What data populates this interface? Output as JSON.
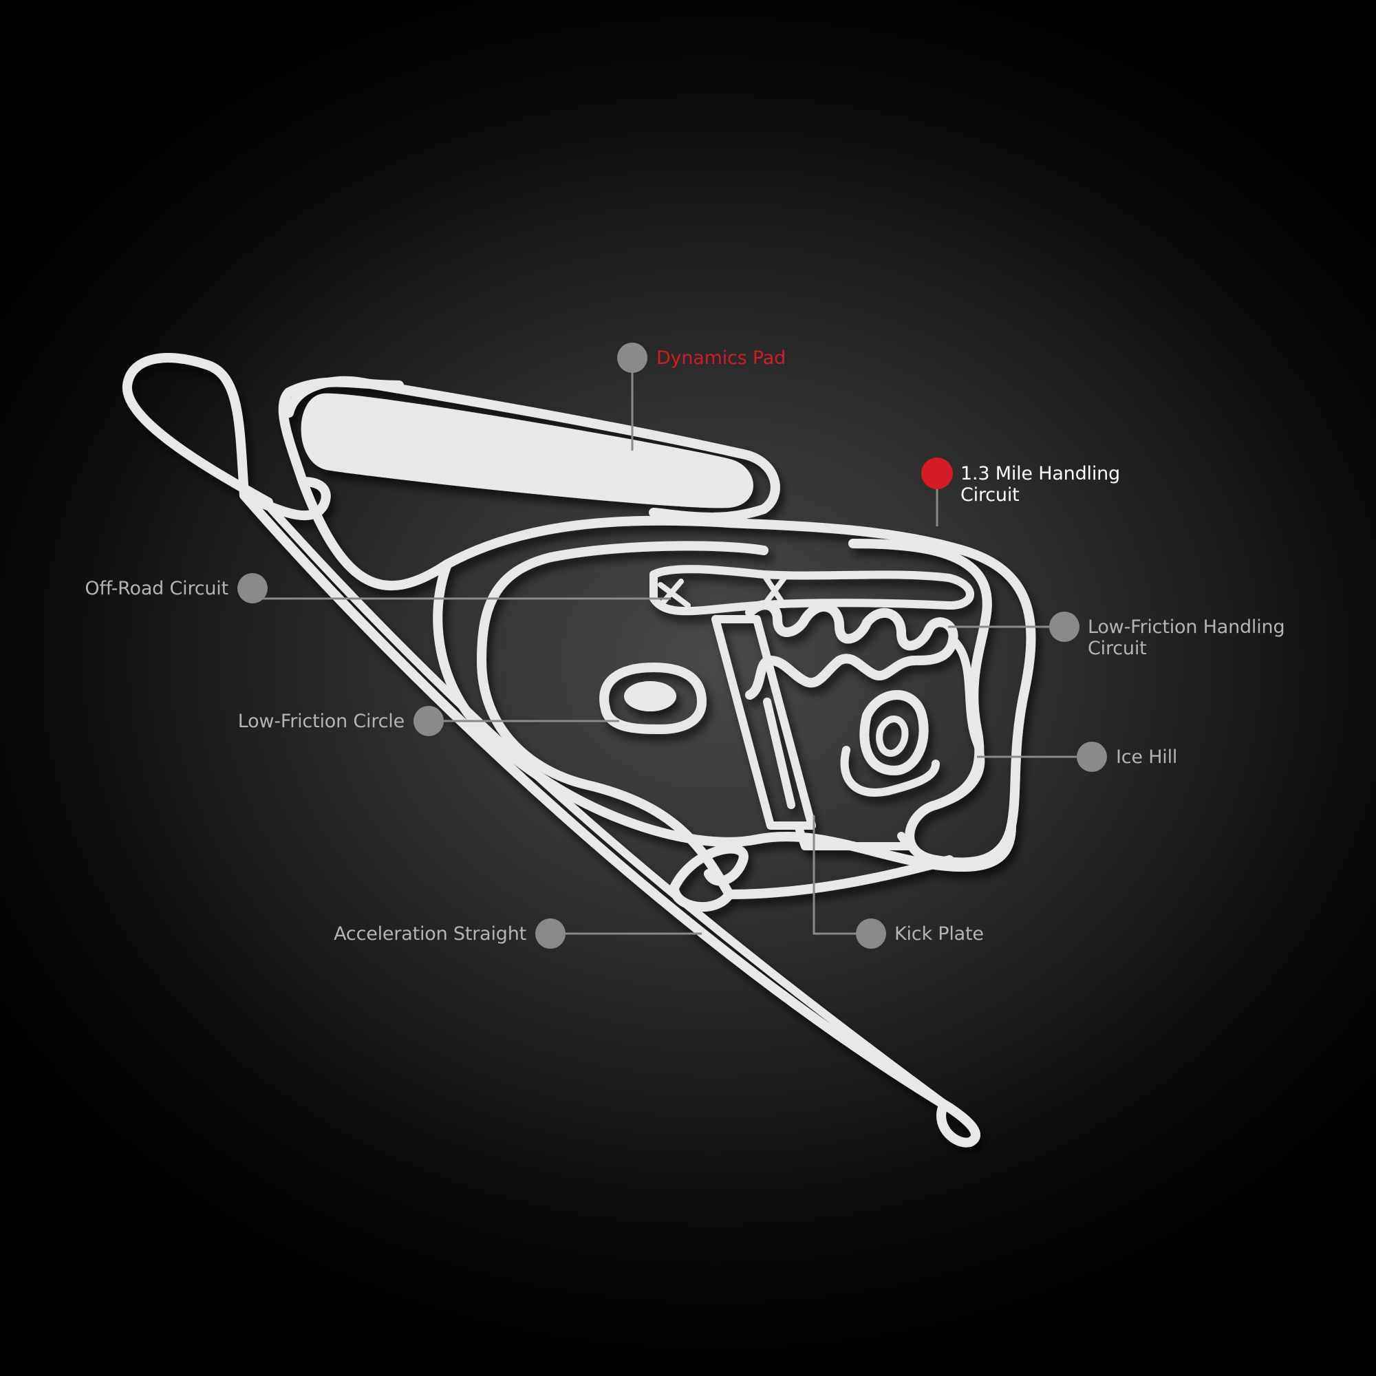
{
  "colors": {
    "track": "#e8e8e8",
    "track_shadow": "#6a6a6a",
    "marker": "#8a8a8a",
    "marker_active": "#d41c22",
    "leader": "#8a8a8a",
    "label": "#b4b4b4",
    "label_active": "#ffffff",
    "label_highlight": "#d41c22"
  },
  "labels": {
    "dynamics_pad": "Dynamics Pad",
    "handling_circuit_line1": "1.3 Mile Handling",
    "handling_circuit_line2": "Circuit",
    "off_road_circuit": "Off-Road Circuit",
    "low_friction_handling_line1": "Low-Friction Handling",
    "low_friction_handling_line2": "Circuit",
    "low_friction_circle": "Low-Friction Circle",
    "ice_hill": "Ice Hill",
    "acceleration_straight": "Acceleration Straight",
    "kick_plate": "Kick Plate"
  },
  "markers": [
    {
      "name": "dynamics-pad",
      "active": false
    },
    {
      "name": "handling-circuit",
      "active": true
    },
    {
      "name": "off-road-circuit",
      "active": false
    },
    {
      "name": "low-friction-handling",
      "active": false
    },
    {
      "name": "low-friction-circle",
      "active": false
    },
    {
      "name": "ice-hill",
      "active": false
    },
    {
      "name": "acceleration-straight",
      "active": false
    },
    {
      "name": "kick-plate",
      "active": false
    }
  ]
}
